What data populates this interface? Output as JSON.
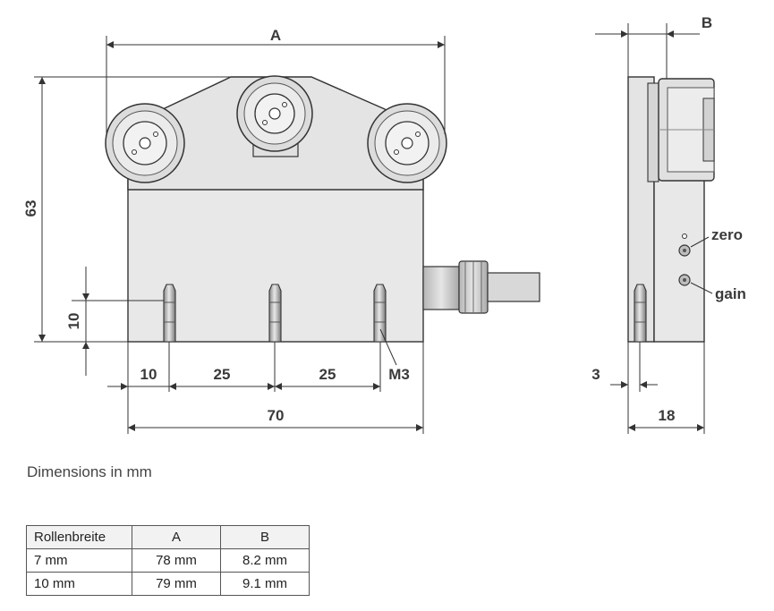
{
  "drawing": {
    "dims": {
      "A": "A",
      "B": "B",
      "h63": "63",
      "h10": "10",
      "w10": "10",
      "w25a": "25",
      "w25b": "25",
      "w70": "70",
      "thread": "M3",
      "w3": "3",
      "w18": "18"
    },
    "labels": {
      "zero": "zero",
      "gain": "gain"
    }
  },
  "caption": "Dimensions in mm",
  "table": {
    "headers": [
      "Rollenbreite",
      "A",
      "B"
    ],
    "rows": [
      [
        "7 mm",
        "78 mm",
        "8.2 mm"
      ],
      [
        "10 mm",
        "79 mm",
        "9.1 mm"
      ]
    ]
  }
}
